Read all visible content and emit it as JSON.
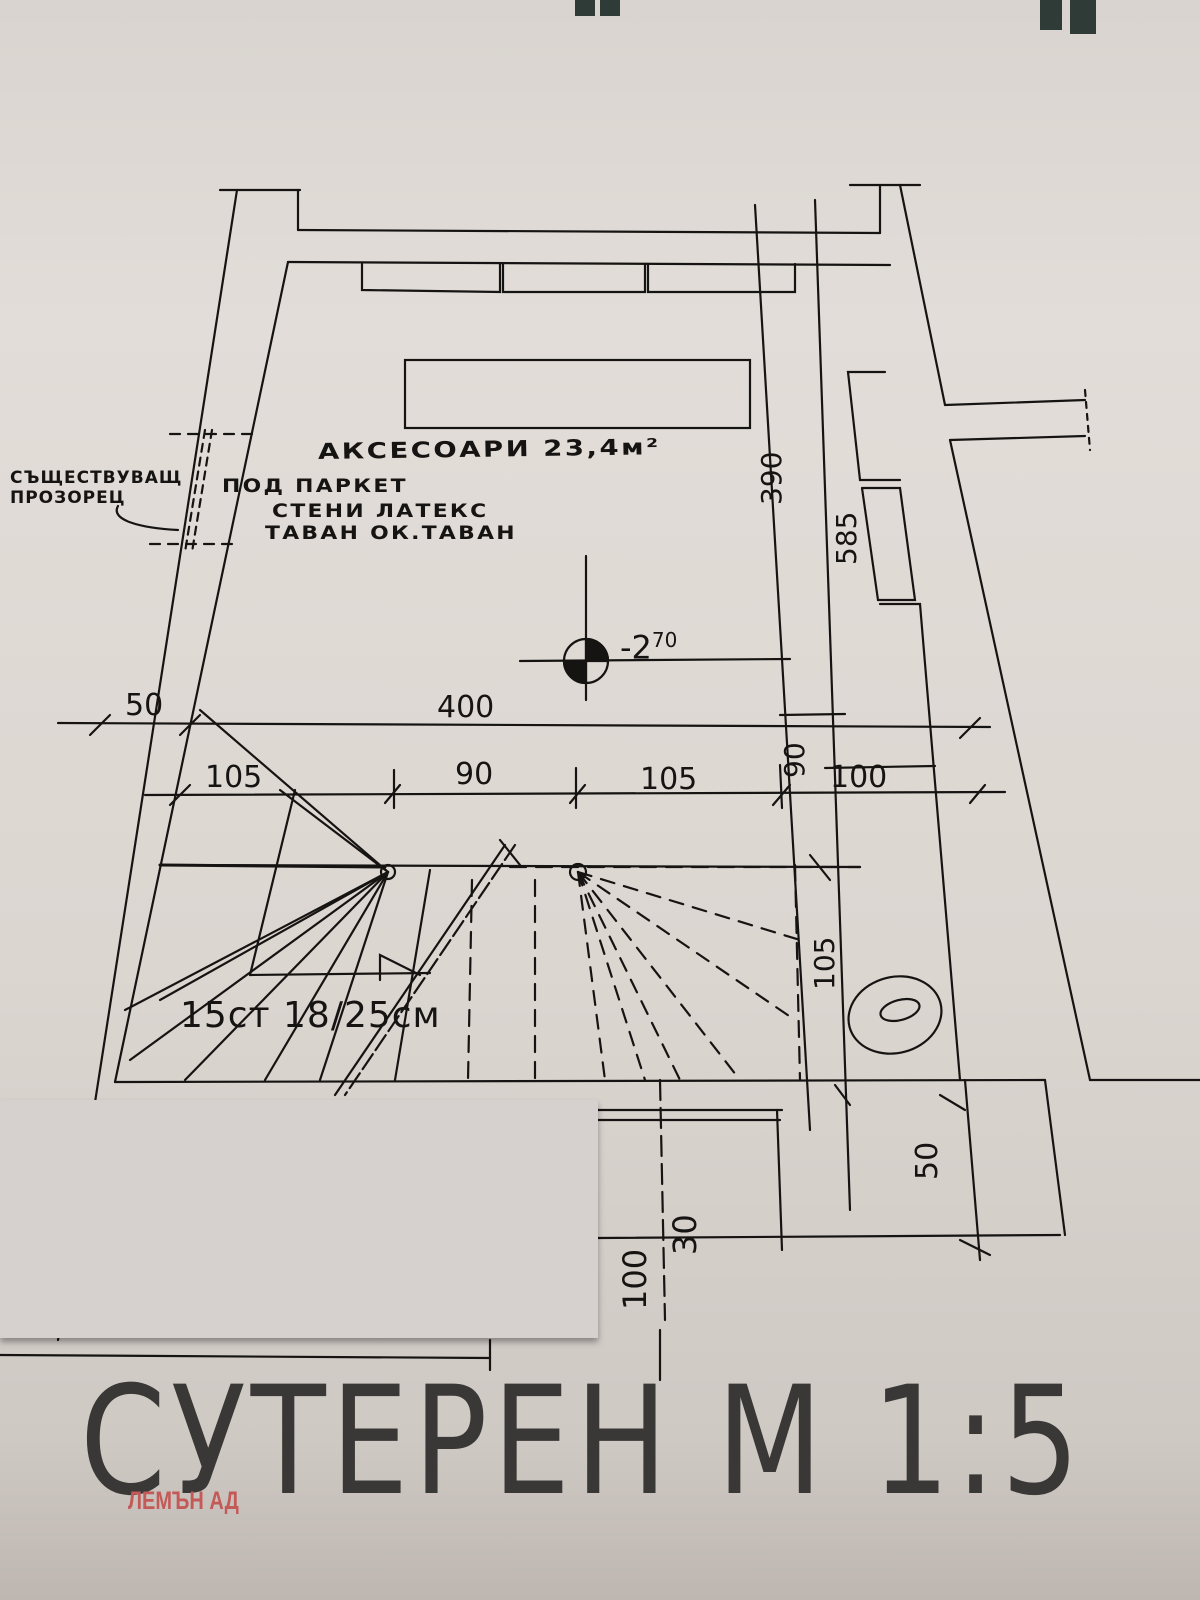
{
  "drawing": {
    "title": "СУТЕРЕН М 1:5",
    "watermark": "ЛЕМЪН АД",
    "room": {
      "name_area": "АКСЕСОАРИ 23,4м²",
      "floor": "ПОД    ПАРКЕТ",
      "walls": "СТЕНИ  ЛАТЕКС",
      "ceiling": "ТАВАН  ОК.ТАВАН"
    },
    "existing_opening_label": [
      "СЪЩЕСТВУВАЩ",
      "ПРОЗОРЕЦ"
    ],
    "level_mark": {
      "prefix": "-2",
      "superscript": "70"
    },
    "stairs_label": "15ст 18/25см",
    "dimensions": {
      "wall_left": "50",
      "room_width": "400",
      "stair_left": "105",
      "stair_mid": "90",
      "stair_right": "105",
      "wall_right": "90",
      "corridor": "100",
      "room_depth": "390",
      "total_depth": "585",
      "stair_landing": "105",
      "bottom_wall": "50",
      "bottom_left": "100",
      "bottom_mid": "30"
    },
    "colors": {
      "paper": "#dcd6d1",
      "ink": "#161412",
      "watermark": "#c45a58",
      "slip": "#d6d0ce"
    }
  }
}
